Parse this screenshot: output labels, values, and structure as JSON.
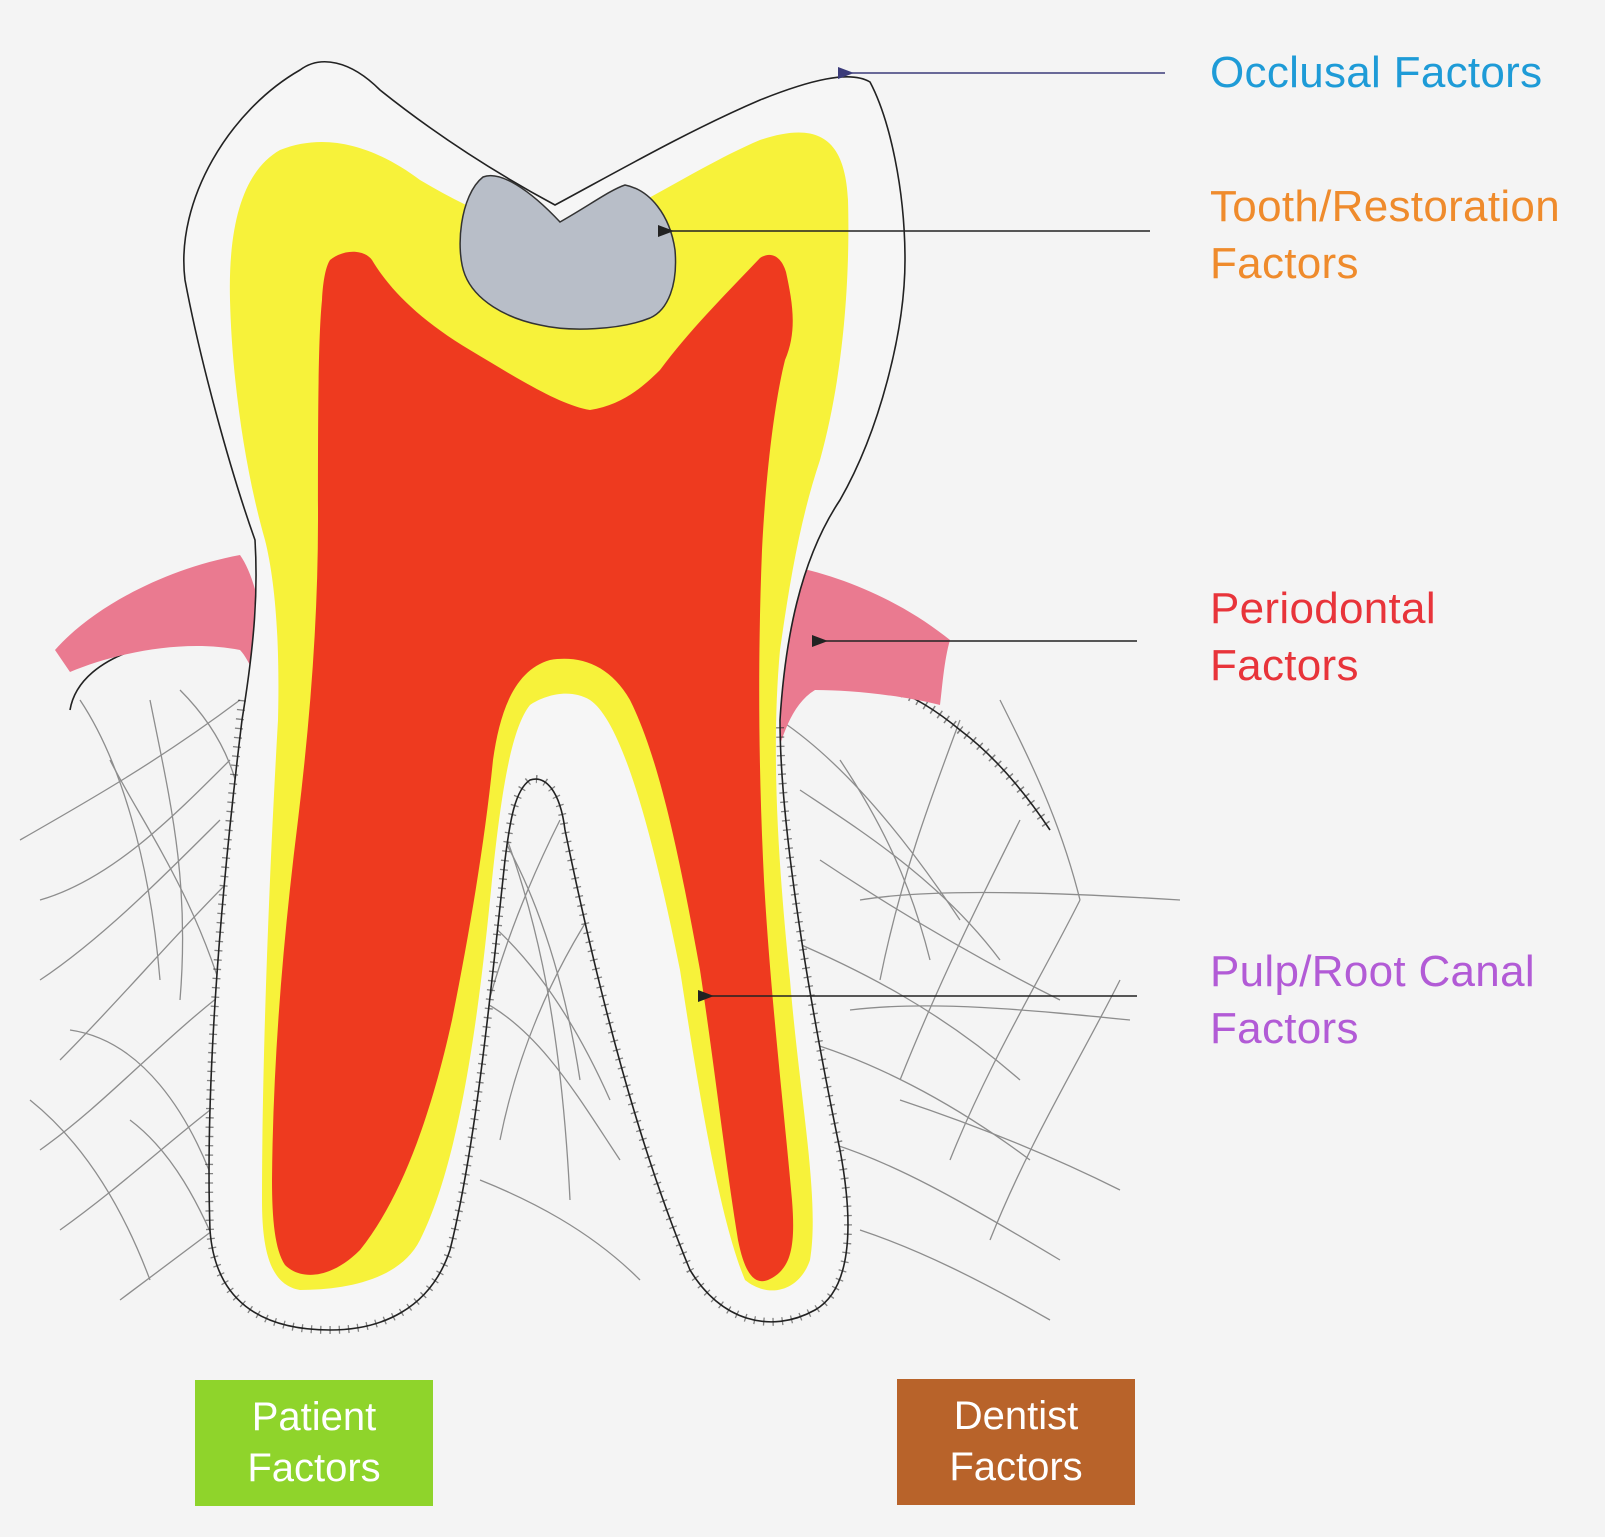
{
  "colors": {
    "background": "#f4f4f4",
    "occlusal": "#1e9bd7",
    "tooth_restoration": "#ef8b2c",
    "periodontal": "#e8343a",
    "pulp_root_canal": "#b25bd6",
    "patient_box": "#8fd42b",
    "dentist_box": "#b8632a",
    "dentine": "#f7f23a",
    "pulp": "#ee3a1f",
    "gingiva": "#ea7a90",
    "restoration": "#b8bec8",
    "outline": "#222222"
  },
  "labels": {
    "occlusal": {
      "line1": "Occlusal Factors"
    },
    "tooth": {
      "line1": "Tooth/Restoration",
      "line2": "Factors"
    },
    "periodontal": {
      "line1": "Periodontal",
      "line2": "Factors"
    },
    "pulp": {
      "line1": "Pulp/Root Canal",
      "line2": "Factors"
    }
  },
  "boxes": {
    "patient": {
      "line1": "Patient",
      "line2": "Factors"
    },
    "dentist": {
      "line1": "Dentist",
      "line2": "Factors"
    }
  }
}
